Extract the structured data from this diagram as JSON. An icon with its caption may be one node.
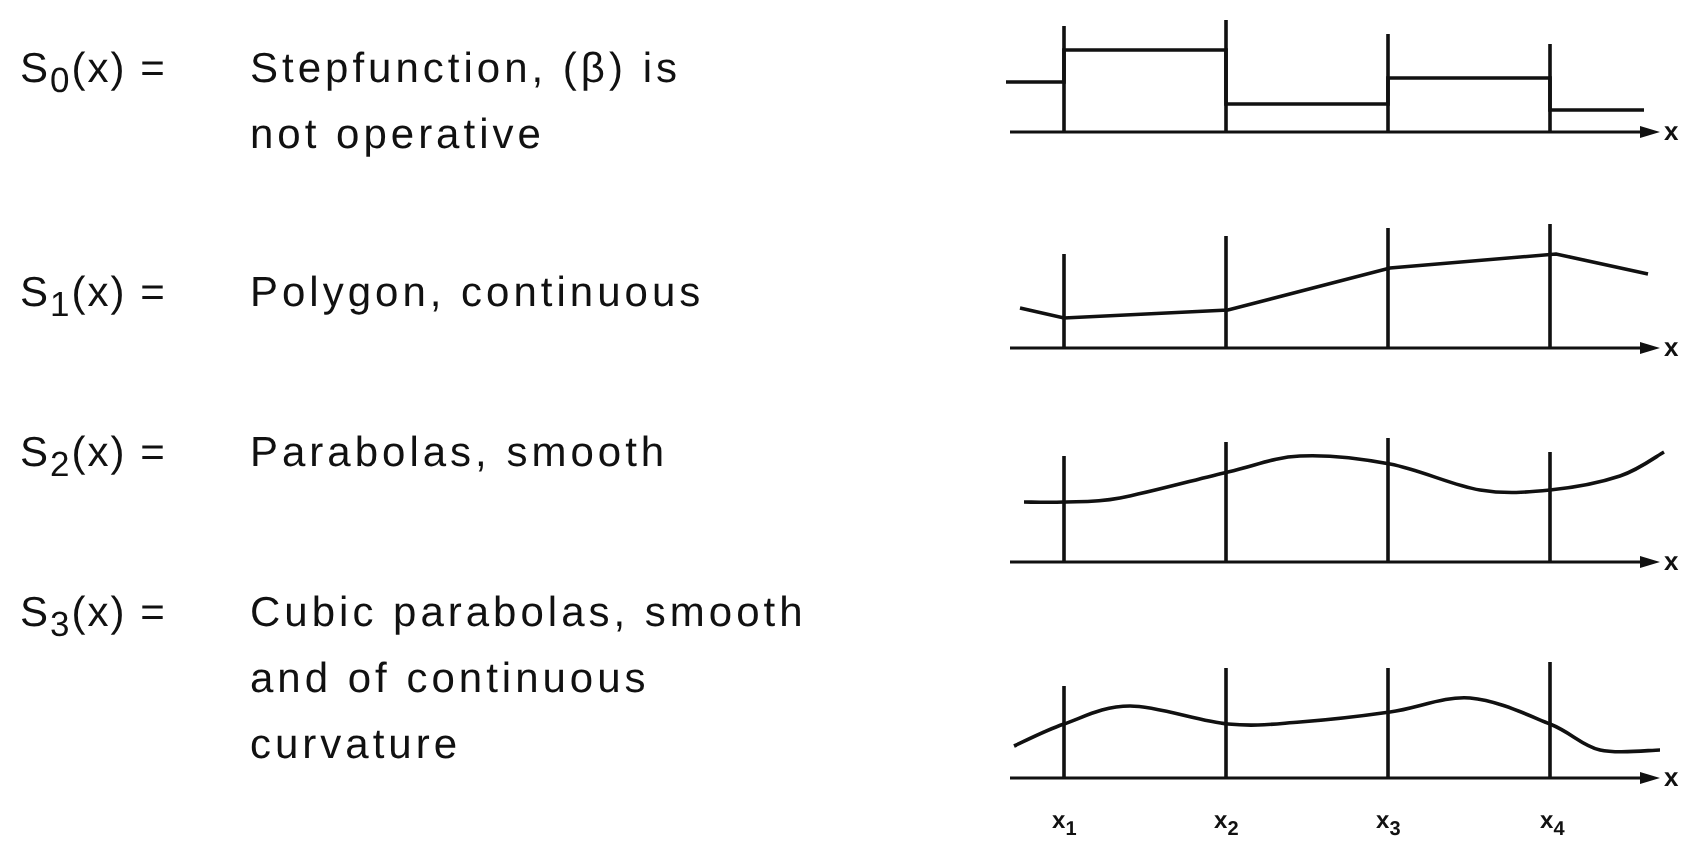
{
  "diagram": {
    "labels": [
      "S$_{0}$(x) =",
      "Stepfunction, (β) is not operative",
      "S$_{1}$(x) =",
      "Polygon, continuous",
      "S$_{2}$(x) =",
      "Parabolas, smooth",
      "S$_{3}$(x) =",
      "Cubic parabolas, smooth and of continuous curvature",
      "x",
      "x",
      "x",
      "x",
      "x$_{1}$",
      "x$_{2}$",
      "x$_{3}$",
      "x$_{4}$"
    ]
  }
}
